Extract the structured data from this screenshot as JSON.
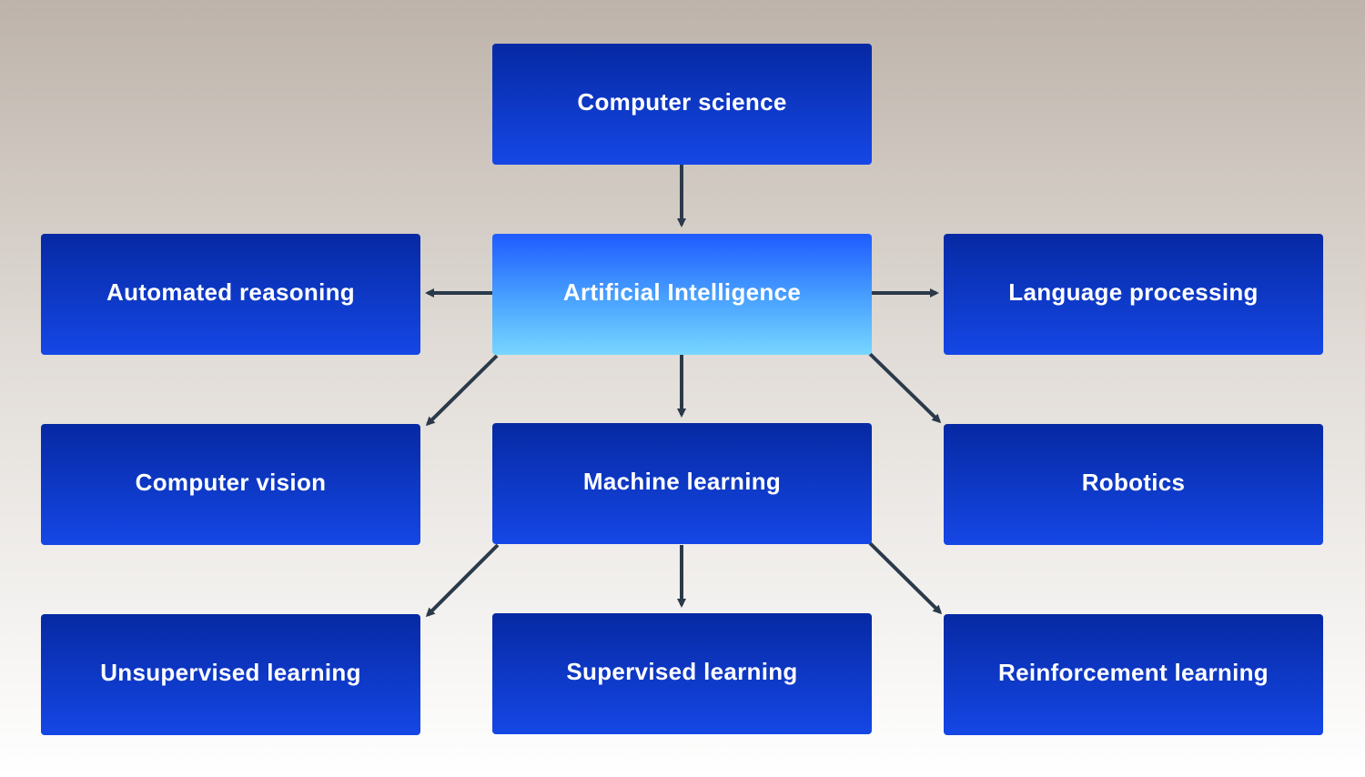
{
  "nodes": {
    "computer_science": "Computer science",
    "artificial_intelligence": "Artificial Intelligence",
    "automated_reasoning": "Automated reasoning",
    "language_processing": "Language processing",
    "computer_vision": "Computer vision",
    "machine_learning": "Machine learning",
    "robotics": "Robotics",
    "unsupervised_learning": "Unsupervised learning",
    "supervised_learning": "Supervised learning",
    "reinforcement_learning": "Reinforcement learning"
  },
  "colors": {
    "node_dark": "#0629a3",
    "node_light": "#1547e6",
    "highlight_top": "#1e5bff",
    "highlight_bottom": "#78d6ff",
    "arrow": "#2b3a4a",
    "text": "#ffffff"
  }
}
